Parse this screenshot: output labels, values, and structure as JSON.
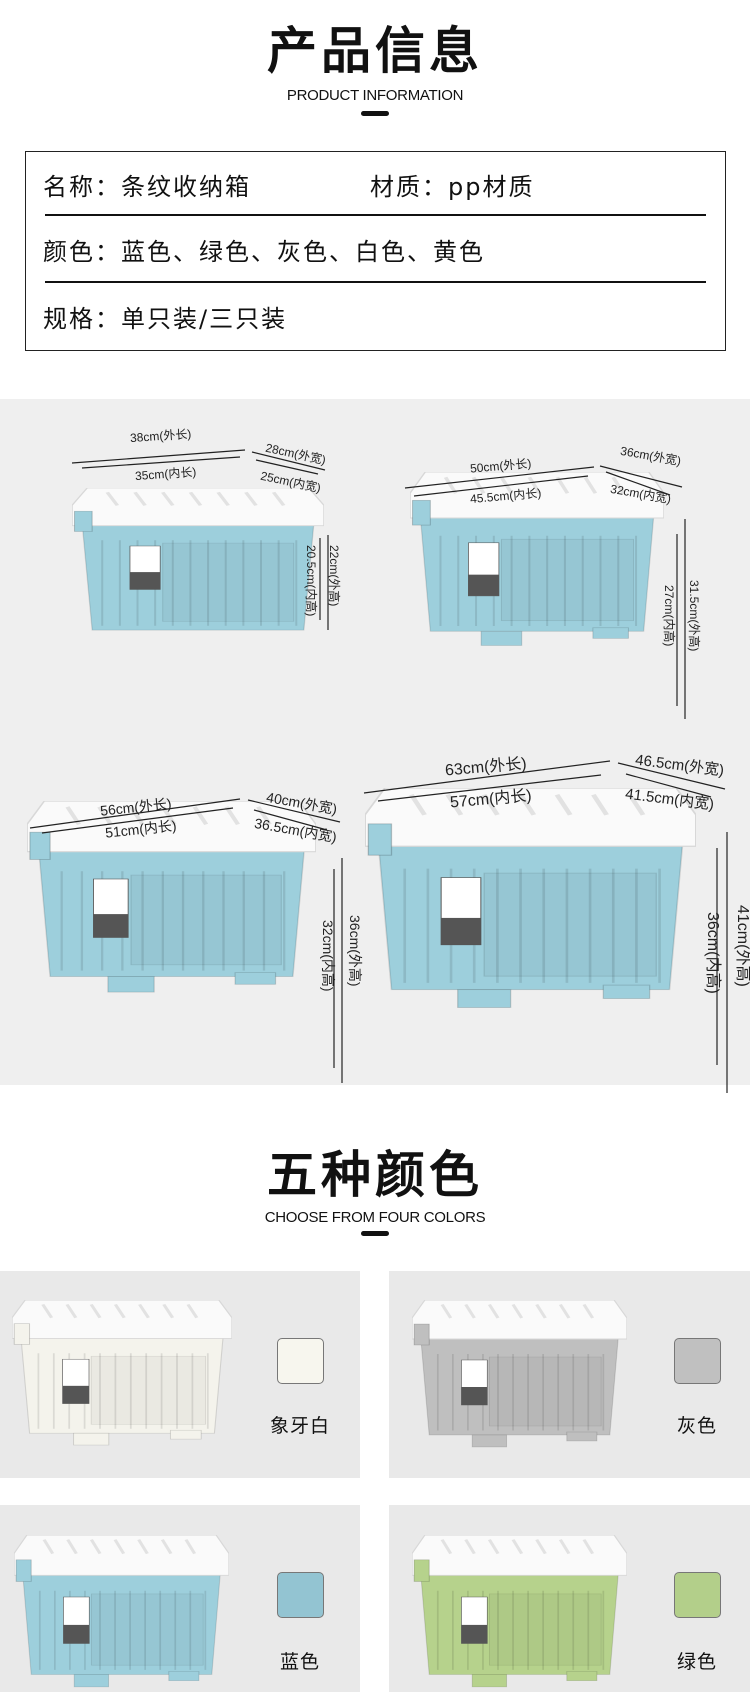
{
  "info_section": {
    "title": "产品信息",
    "subtitle": "PRODUCT INFORMATION",
    "rows": {
      "name": "名称：条纹收纳箱",
      "material": "材质：pp材质",
      "colors": "颜色：蓝色、绿色、灰色、白色、黄色",
      "spec": "规格：单只装/三只装"
    }
  },
  "sizes": [
    {
      "outer_length": "38cm(外长)",
      "inner_length": "35cm(内长)",
      "outer_width": "28cm(外宽)",
      "inner_width": "25cm(内宽)",
      "inner_height": "20.5cm(内高)",
      "outer_height": "22cm(外高)"
    },
    {
      "outer_length": "50cm(外长)",
      "inner_length": "45.5cm(内长)",
      "outer_width": "36cm(外宽)",
      "inner_width": "32cm(内宽)",
      "inner_height": "27cm(内高)",
      "outer_height": "31.5cm(外高)"
    },
    {
      "outer_length": "56cm(外长)",
      "inner_length": "51cm(内长)",
      "outer_width": "40cm(外宽)",
      "inner_width": "36.5cm(内宽)",
      "inner_height": "32cm(内高)",
      "outer_height": "36cm(外高)"
    },
    {
      "outer_length": "63cm(外长)",
      "inner_length": "57cm(内长)",
      "outer_width": "46.5cm(外宽)",
      "inner_width": "41.5cm(内宽)",
      "inner_height": "36cm(内高)",
      "outer_height": "41cm(外高)"
    }
  ],
  "color_section": {
    "title": "五种颜色",
    "subtitle": "CHOOSE FROM FOUR COLORS",
    "colors": [
      {
        "name": "象牙白",
        "hex": "#f7f6ee",
        "box": "#f4f3ec"
      },
      {
        "name": "灰色",
        "hex": "#c0c0c0",
        "box": "#bfbfbf"
      },
      {
        "name": "蓝色",
        "hex": "#93c4d2",
        "box": "#9dcfdc"
      },
      {
        "name": "绿色",
        "hex": "#b3cf8a",
        "box": "#b6d28c"
      }
    ]
  },
  "box_color": "#9dcfdc"
}
